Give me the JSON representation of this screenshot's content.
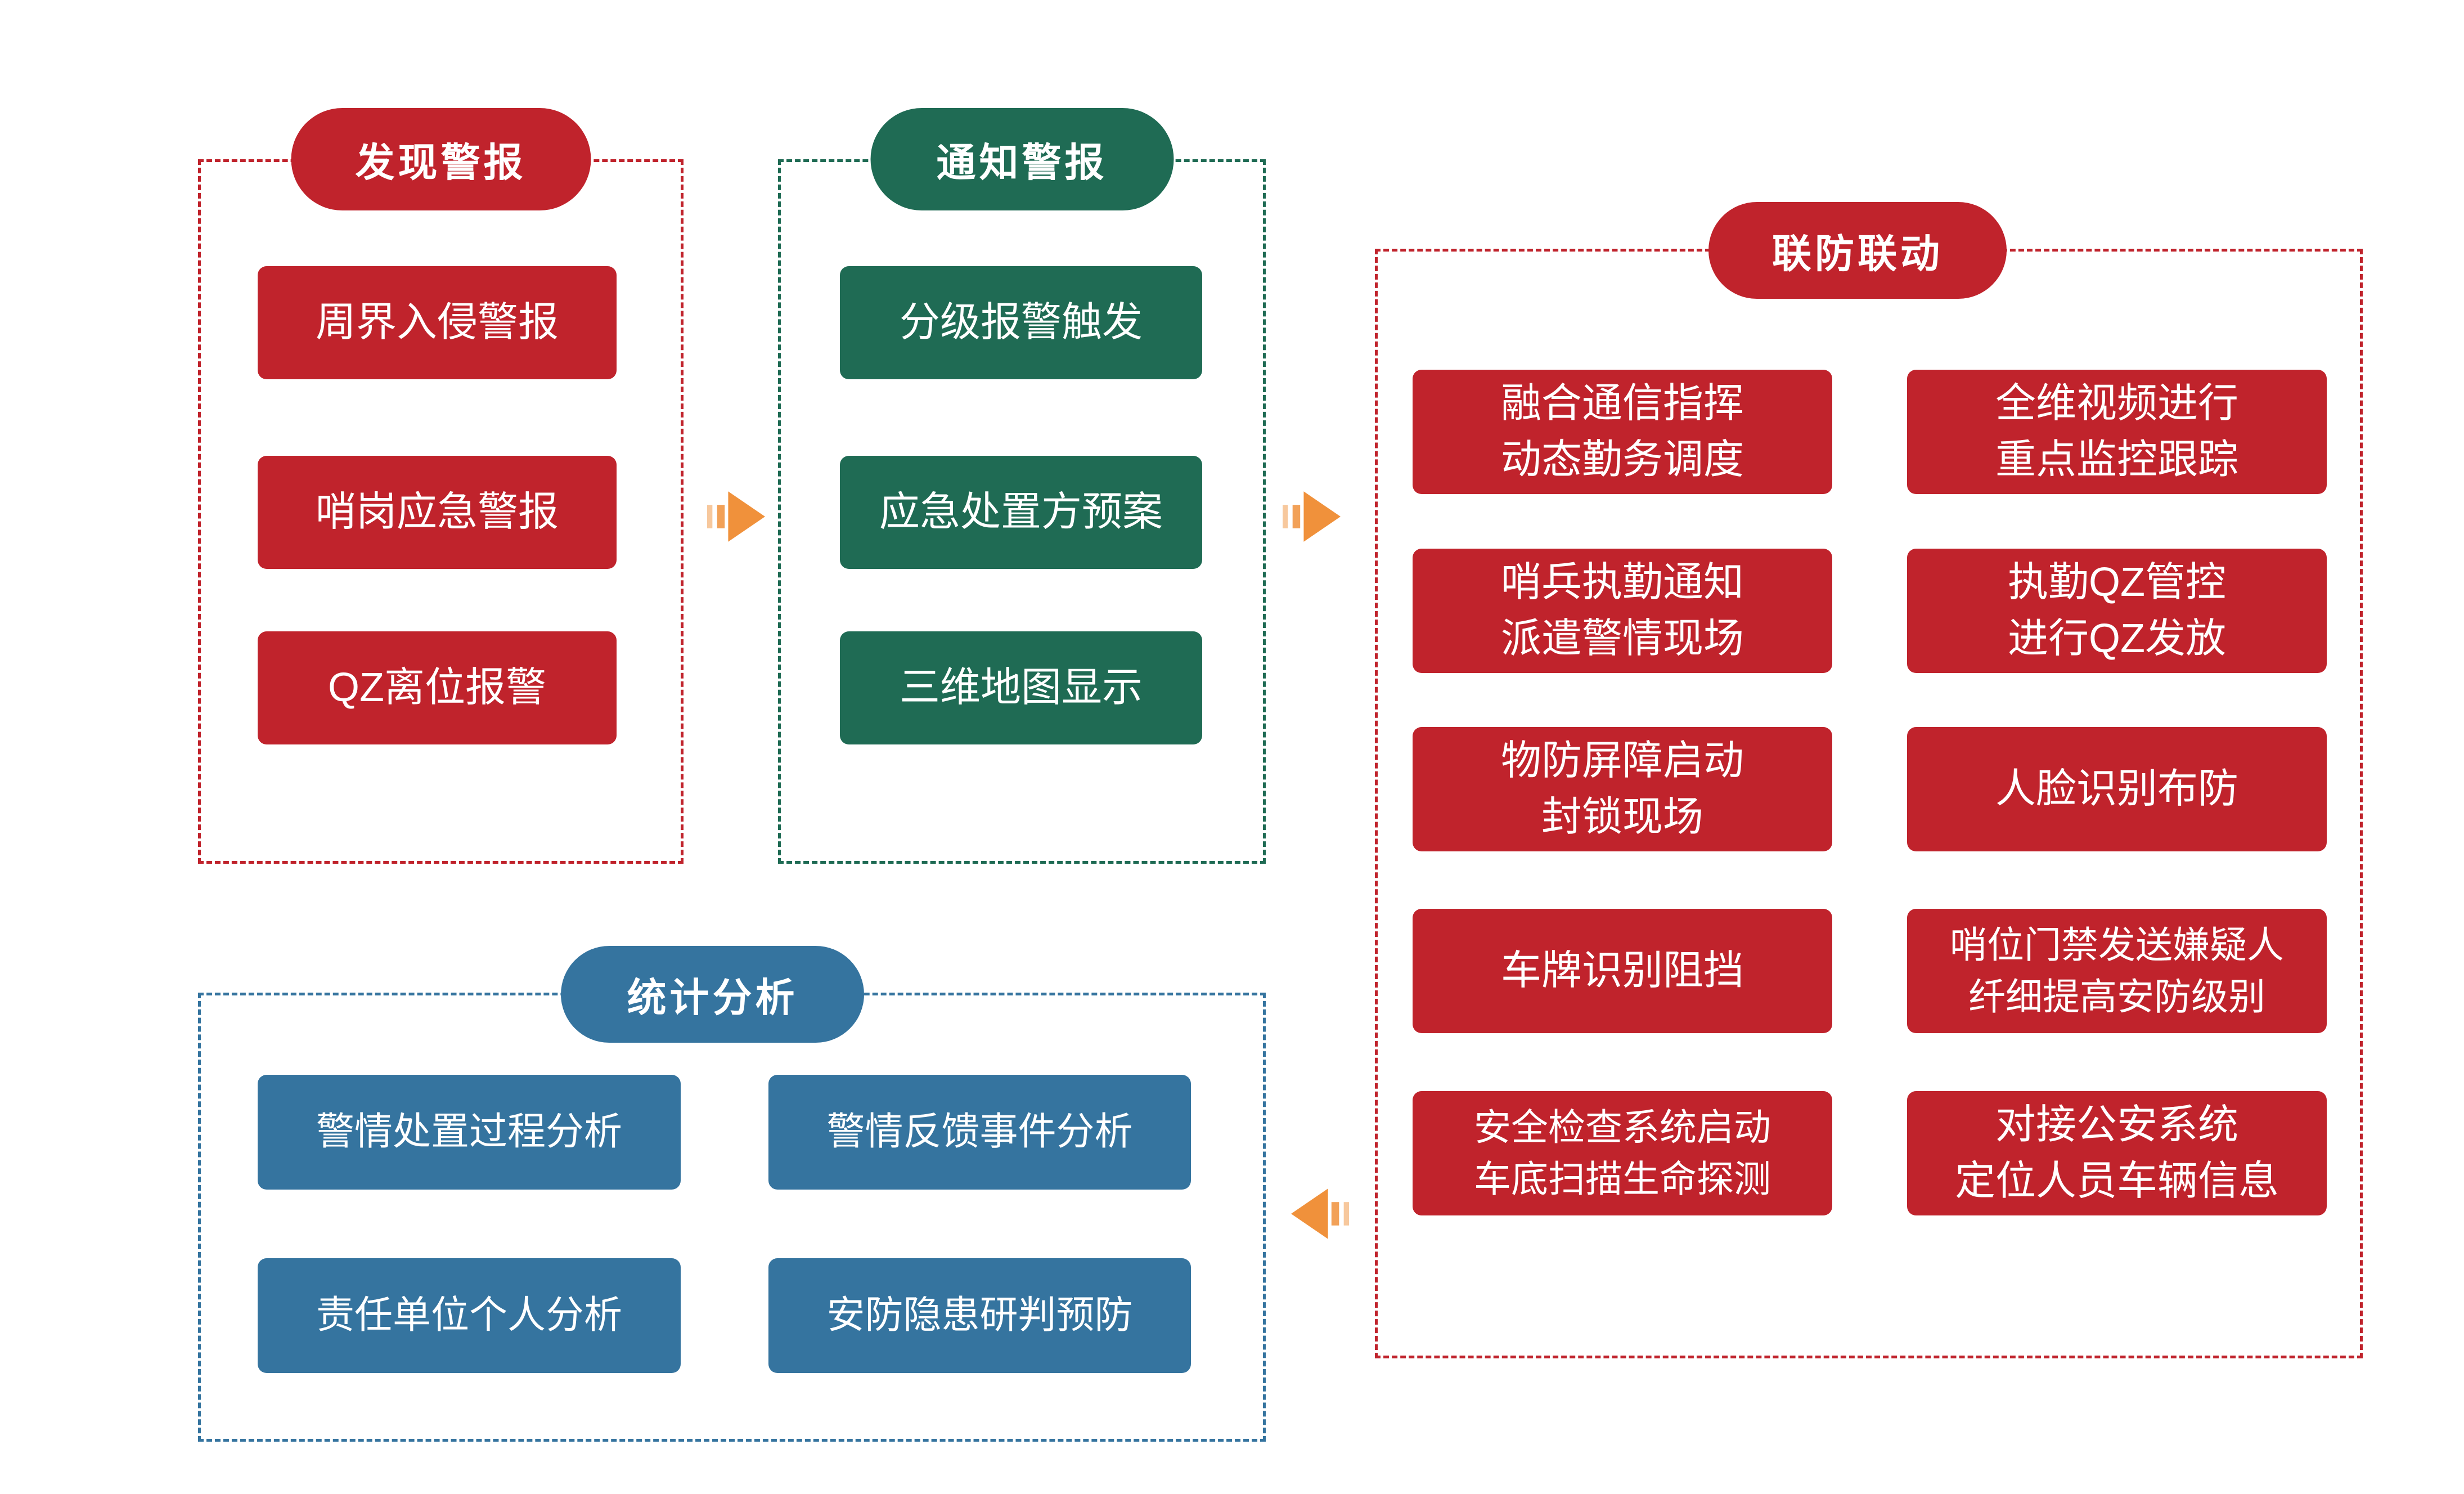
{
  "colors": {
    "red": "#C0232C",
    "green": "#1F6B54",
    "blue": "#35749F",
    "orange": "#F0913B"
  },
  "panels": {
    "discover": {
      "title": "发现警报",
      "boxes": [
        "周界入侵警报",
        "哨岗应急警报",
        "QZ离位报警"
      ]
    },
    "notify": {
      "title": "通知警报",
      "boxes": [
        "分级报警触发",
        "应急处置方预案",
        "三维地图显示"
      ]
    },
    "linkage": {
      "title": "联防联动",
      "left_boxes": [
        "融合通信指挥\n动态勤务调度",
        "哨兵执勤通知\n派遣警情现场",
        "物防屏障启动\n封锁现场",
        "车牌识别阻挡",
        "安全检查系统启动\n车底扫描生命探测"
      ],
      "right_boxes": [
        "全维视频进行\n重点监控跟踪",
        "执勤QZ管控\n进行QZ发放",
        "人脸识别布防",
        "哨位门禁发送嫌疑人\n纤细提高安防级别",
        "对接公安系统\n定位人员车辆信息"
      ]
    },
    "analysis": {
      "title": "统计分析",
      "boxes": [
        "警情处置过程分析",
        "警情反馈事件分析",
        "责任单位个人分析",
        "安防隐患研判预防"
      ]
    }
  },
  "arrows": [
    {
      "name": "discover-to-notify",
      "direction": "right"
    },
    {
      "name": "notify-to-linkage",
      "direction": "right"
    },
    {
      "name": "linkage-to-analysis",
      "direction": "left"
    }
  ]
}
